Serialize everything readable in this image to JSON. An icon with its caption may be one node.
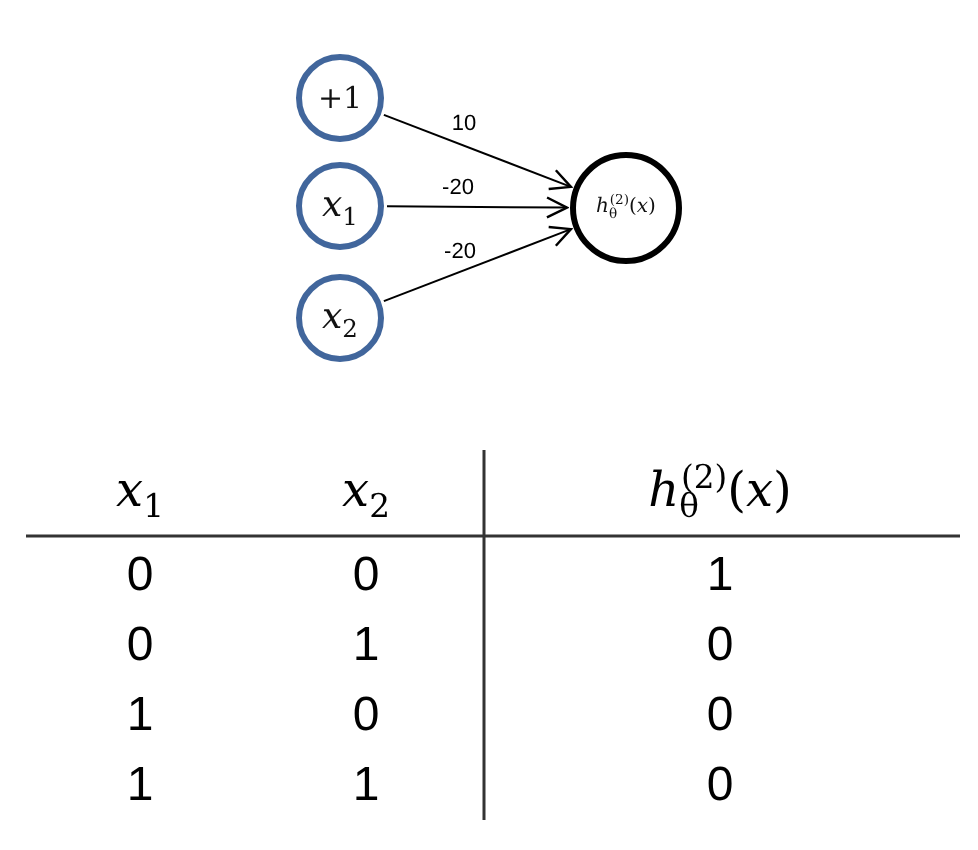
{
  "diagram": {
    "nodes": [
      {
        "text": [
          "+1"
        ]
      },
      {
        "text": [
          "*x*$_{1}$"
        ]
      },
      {
        "text": [
          "*x*$_{2}$"
        ]
      },
      {
        "text": [
          "*h*$_{θ}$$^{(2)}$(*x*)"
        ]
      }
    ],
    "edges": [
      {
        "from": 0,
        "to": 3,
        "arrow": "to",
        "label": "10"
      },
      {
        "from": 1,
        "to": 3,
        "arrow": "to",
        "label": "-20"
      },
      {
        "from": 2,
        "to": 3,
        "arrow": "to",
        "label": "-20"
      }
    ],
    "labels": [
      "*x*$_{1}$",
      "*x*$_{2}$",
      "*h*$_{θ}$$^{(2)}$(*x*)",
      "0",
      "0",
      "1",
      "0",
      "1",
      "0",
      "1",
      "0",
      "0",
      "1",
      "1",
      "0"
    ]
  }
}
